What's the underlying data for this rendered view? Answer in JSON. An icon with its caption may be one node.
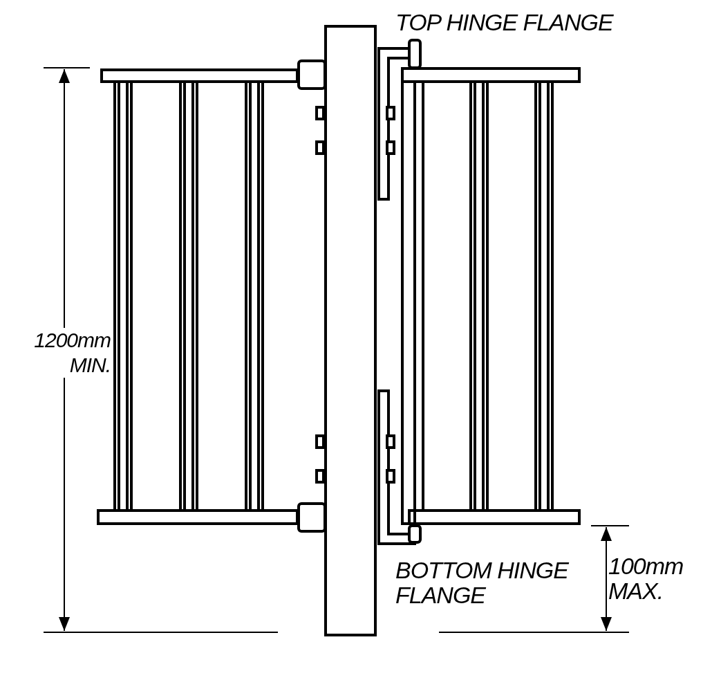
{
  "diagram": {
    "labels": [
      "TOP HINGE FLANGE",
      "1200mm MIN.",
      "BOTTOM HINGE FLANGE",
      "100mm MAX."
    ]
  }
}
